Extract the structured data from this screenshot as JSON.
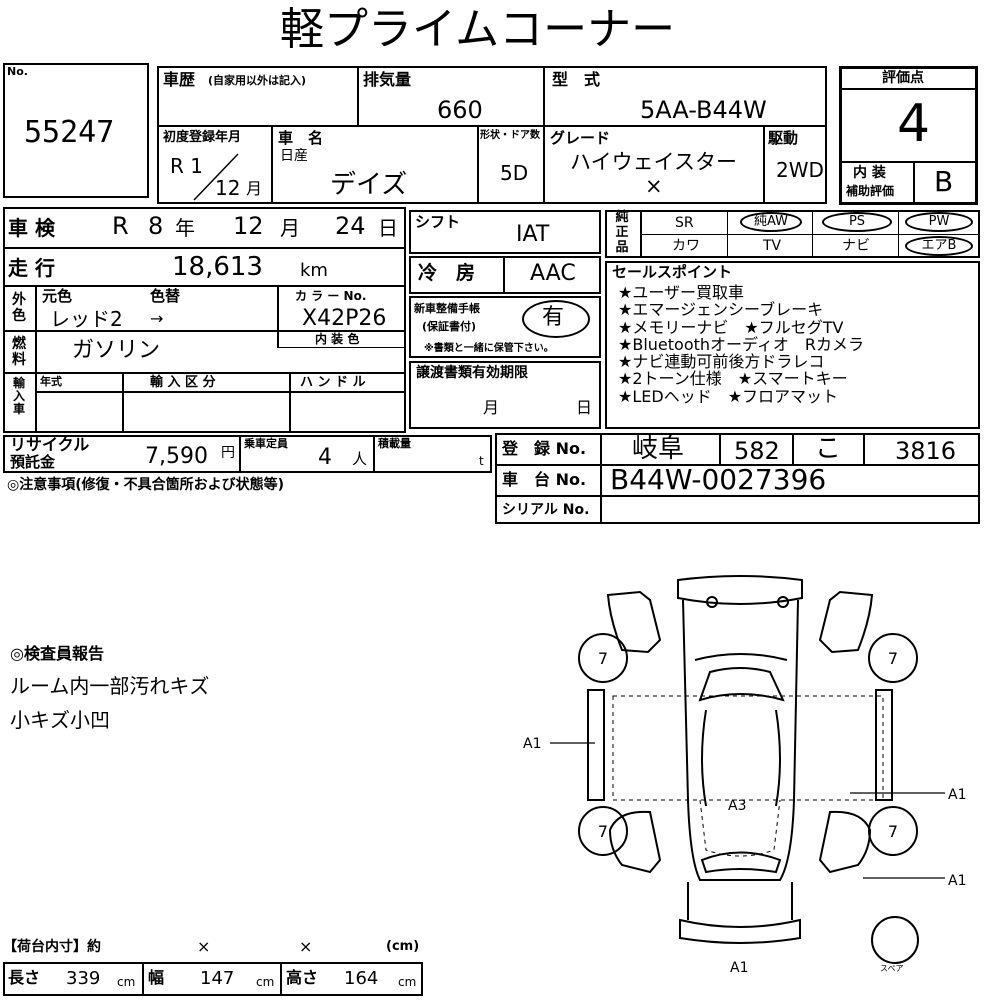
{
  "title": "軽プライムコーナー",
  "lot": {
    "label": "No.",
    "number": "55247"
  },
  "history": {
    "label": "車歴",
    "note": "(自家用以外は記入)"
  },
  "displacement": {
    "label": "排気量",
    "value": "660"
  },
  "model": {
    "label": "型　式",
    "value": "5AA-B44W"
  },
  "score": {
    "label": "評価点",
    "value": "4",
    "interior_label_1": "内 装",
    "interior_label_2": "補助評価",
    "interior_value": "B"
  },
  "first_reg": {
    "label": "初度登録年月",
    "era": "R 1",
    "month": "12",
    "month_unit": "月"
  },
  "car_name": {
    "label": "車　名",
    "maker": "日産",
    "value": "デイズ"
  },
  "doors": {
    "label": "形状・ドア数",
    "value": "5D"
  },
  "grade": {
    "label": "グレード",
    "value": "ハイウェイスター",
    "sub": "×"
  },
  "drive": {
    "label": "駆動",
    "value": "2WD"
  },
  "shaken": {
    "label": "車 検",
    "era": "R",
    "year": "8",
    "year_unit": "年",
    "month": "12",
    "month_unit": "月",
    "day": "24",
    "day_unit": "日"
  },
  "shift": {
    "label": "シフト",
    "value": "IAT"
  },
  "equipment": {
    "label": "純正品",
    "row1": [
      "SR",
      "純AW",
      "PS",
      "PW"
    ],
    "row2": [
      "カワ",
      "TV",
      "ナビ",
      "エアB"
    ]
  },
  "mileage": {
    "label": "走 行",
    "value": "18,613",
    "unit": "km"
  },
  "ac": {
    "label": "冷　房",
    "value": "AAC"
  },
  "color": {
    "side_label": "外色",
    "orig_label": "元色",
    "change_label": "色替",
    "orig": "レッド2",
    "arrow": "→",
    "code_label": "カ ラ ー No.",
    "code": "X42P26",
    "interior_label": "内 装 色"
  },
  "fuel": {
    "side_label": "燃料",
    "value": "ガソリン"
  },
  "manual": {
    "label_1": "新車整備手帳",
    "label_2": "(保証書付)",
    "value": "有",
    "note": "※書類と一緒に保管下さい。"
  },
  "sales": {
    "label": "セールスポイント",
    "lines": [
      "★ユーザー買取車",
      "★エマージェンシーブレーキ",
      "★メモリーナビ　★フルセグTV",
      "★Bluetoothオーディオ　Rカメラ",
      "★ナビ連動可前後方ドラレコ",
      "★2トーン仕様　★スマートキー",
      "★LEDヘッド　★フロアマット"
    ]
  },
  "import": {
    "side_label": "輸入車",
    "year_label": "年式",
    "class_label": "輸 入 区 分",
    "handle_label": "ハ ン ド ル"
  },
  "transfer": {
    "label": "譲渡書類有効期限",
    "month": "月",
    "day": "日"
  },
  "recycle": {
    "label_1": "リサイクル",
    "label_2": "預託金",
    "value": "7,590",
    "unit": "円"
  },
  "capacity": {
    "label": "乗車定員",
    "value": "4",
    "unit": "人"
  },
  "load": {
    "label": "積載量",
    "unit": "t"
  },
  "registration": {
    "label": "登　録 No.",
    "region": "岐阜",
    "class": "582",
    "kana": "こ",
    "number": "3816"
  },
  "chassis": {
    "label": "車　台 No.",
    "value": "B44W-0027396"
  },
  "serial": {
    "label": "シリアル No."
  },
  "notes": {
    "label": "◎注意事項(修復・不具合箇所および状態等)"
  },
  "inspector": {
    "label": "◎検査員報告",
    "lines": [
      "ルーム内一部汚れキズ",
      "小キズ小凹"
    ]
  },
  "diagram": {
    "tire_fl": "7",
    "tire_fr": "7",
    "tire_rl": "7",
    "tire_rr": "7",
    "mark_left": "A1",
    "mark_right_mid": "A1",
    "mark_right_rear": "A1",
    "mark_center": "A3",
    "mark_bottom": "A1",
    "spare_label": "スペア"
  },
  "cargo": {
    "header": "【荷台内寸】約",
    "x1": "×",
    "x2": "×",
    "unit_hdr": "(cm)",
    "length_label": "長さ",
    "length": "339",
    "width_label": "幅",
    "width": "147",
    "height_label": "高さ",
    "height": "164",
    "unit": "cm"
  }
}
